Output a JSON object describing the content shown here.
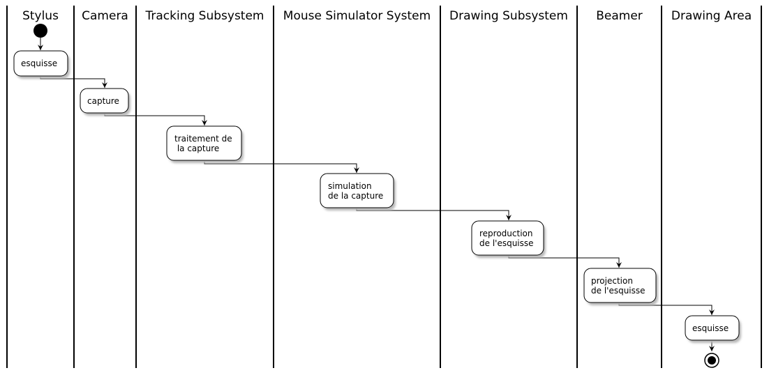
{
  "swimlanes": [
    {
      "title": "Stylus"
    },
    {
      "title": "Camera"
    },
    {
      "title": "Tracking Subsystem"
    },
    {
      "title": "Mouse Simulator System"
    },
    {
      "title": "Drawing Subsystem"
    },
    {
      "title": "Beamer"
    },
    {
      "title": "Drawing Area"
    }
  ],
  "activities": [
    {
      "lines": [
        "esquisse"
      ]
    },
    {
      "lines": [
        "capture"
      ]
    },
    {
      "lines": [
        "traitement de",
        " la capture"
      ]
    },
    {
      "lines": [
        "simulation",
        "de la capture"
      ]
    },
    {
      "lines": [
        "reproduction",
        "de l'esquisse"
      ]
    },
    {
      "lines": [
        "projection",
        "de l'esquisse"
      ]
    },
    {
      "lines": [
        "esquisse"
      ]
    }
  ],
  "start_node": {
    "label": "start"
  },
  "end_node": {
    "label": "end"
  }
}
